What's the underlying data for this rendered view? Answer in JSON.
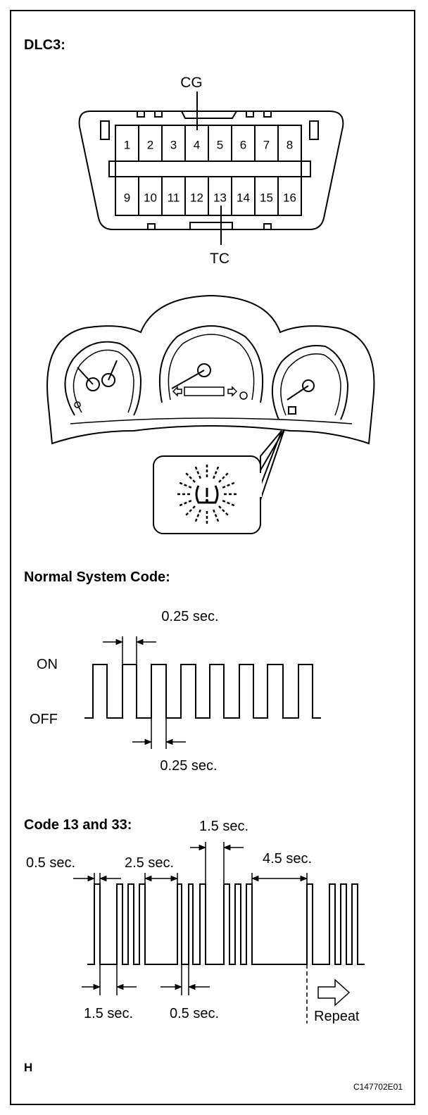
{
  "sections": {
    "dlc3_title": "DLC3:",
    "normal_title": "Normal System Code:",
    "code_title": "Code 13 and 33:"
  },
  "connector": {
    "top_label": "CG",
    "bottom_label": "TC",
    "top_pins": [
      "1",
      "2",
      "3",
      "4",
      "5",
      "6",
      "7",
      "8"
    ],
    "bottom_pins": [
      "9",
      "10",
      "11",
      "12",
      "13",
      "14",
      "15",
      "16"
    ]
  },
  "normal_wave": {
    "on_label": "ON",
    "off_label": "OFF",
    "top_time": "0.25 sec.",
    "bottom_time": "0.25 sec."
  },
  "code_wave": {
    "t_1_5_top": "1.5 sec.",
    "t_0_5_top": "0.5 sec.",
    "t_2_5": "2.5 sec.",
    "t_4_5": "4.5 sec.",
    "t_1_5_bottom": "1.5 sec.",
    "t_0_5_bottom": "0.5 sec.",
    "repeat": "Repeat"
  },
  "footer": {
    "corner_letter": "H",
    "figure_code": "C147702E01"
  }
}
